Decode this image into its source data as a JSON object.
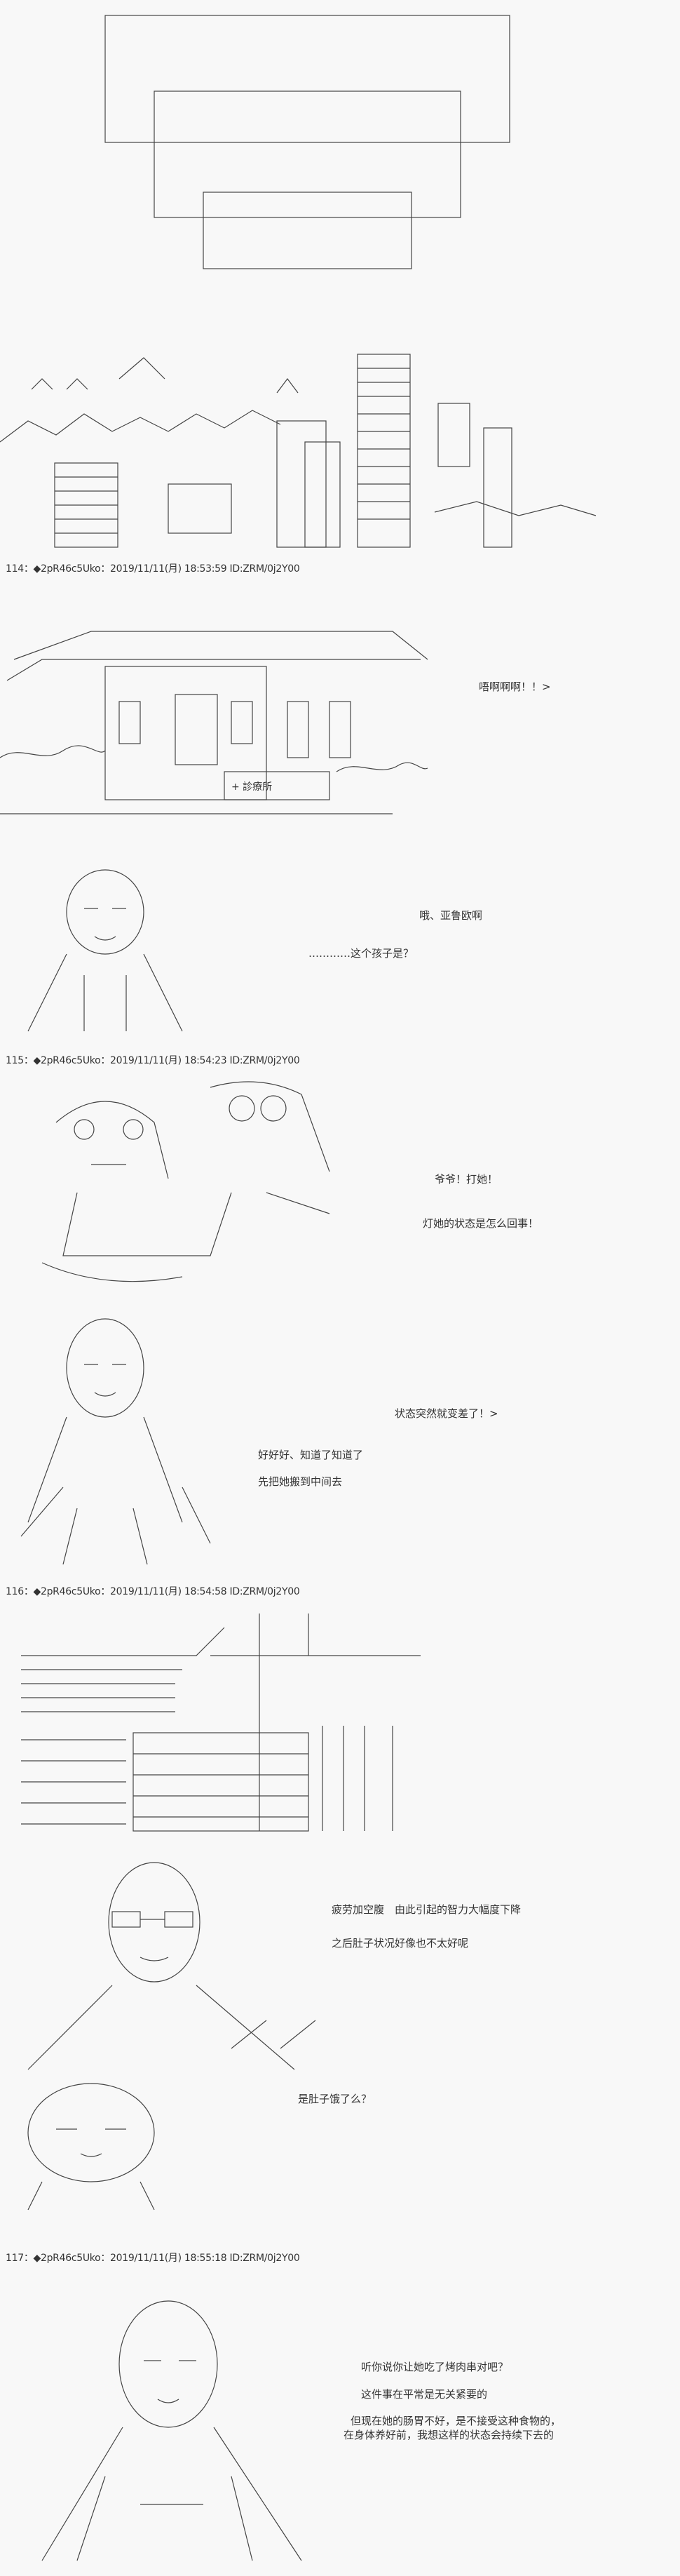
{
  "posts": [
    {
      "header": "114：◆2pR46c5Uko：2019/11/11(月) 18:53:59 ID:ZRM/0j2Y00"
    },
    {
      "header": "115：◆2pR46c5Uko：2019/11/11(月) 18:54:23 ID:ZRM/0j2Y00"
    },
    {
      "header": "116：◆2pR46c5Uko：2019/11/11(月) 18:54:58 ID:ZRM/0j2Y00"
    },
    {
      "header": "117：◆2pR46c5Uko：2019/11/11(月) 18:55:18 ID:ZRM/0j2Y00"
    }
  ],
  "dialogue": {
    "scream": "唔啊啊啊！！>",
    "oh_yaluo": "哦、亚鲁欧啊",
    "who_child": "…………这个孩子是？",
    "grandpa": "爷爷！打她！",
    "whats_wrong": "灯她的状态是怎么回事！",
    "suddenly_worse": "状态突然就变差了！>",
    "ok_ok": "好好好、知道了知道了",
    "move_her": "先把她搬到中间去",
    "fatigue": "疲劳加空腹　由此引起的智力大幅度下降",
    "stomach": "之后肚子状况好像也不太好呢",
    "hungry": "是肚子饿了么？",
    "skewers": "听你说你让她吃了烤肉串对吧？",
    "normally_fine": "这件事在平常是无关紧要的",
    "but_now": "但现在她的肠胃不好，是不接受这种食物的，",
    "until_healed": "在身体养好前，我想这样的状态会持续下去的"
  },
  "art": {
    "clinic_sign": "+ 診療所"
  }
}
